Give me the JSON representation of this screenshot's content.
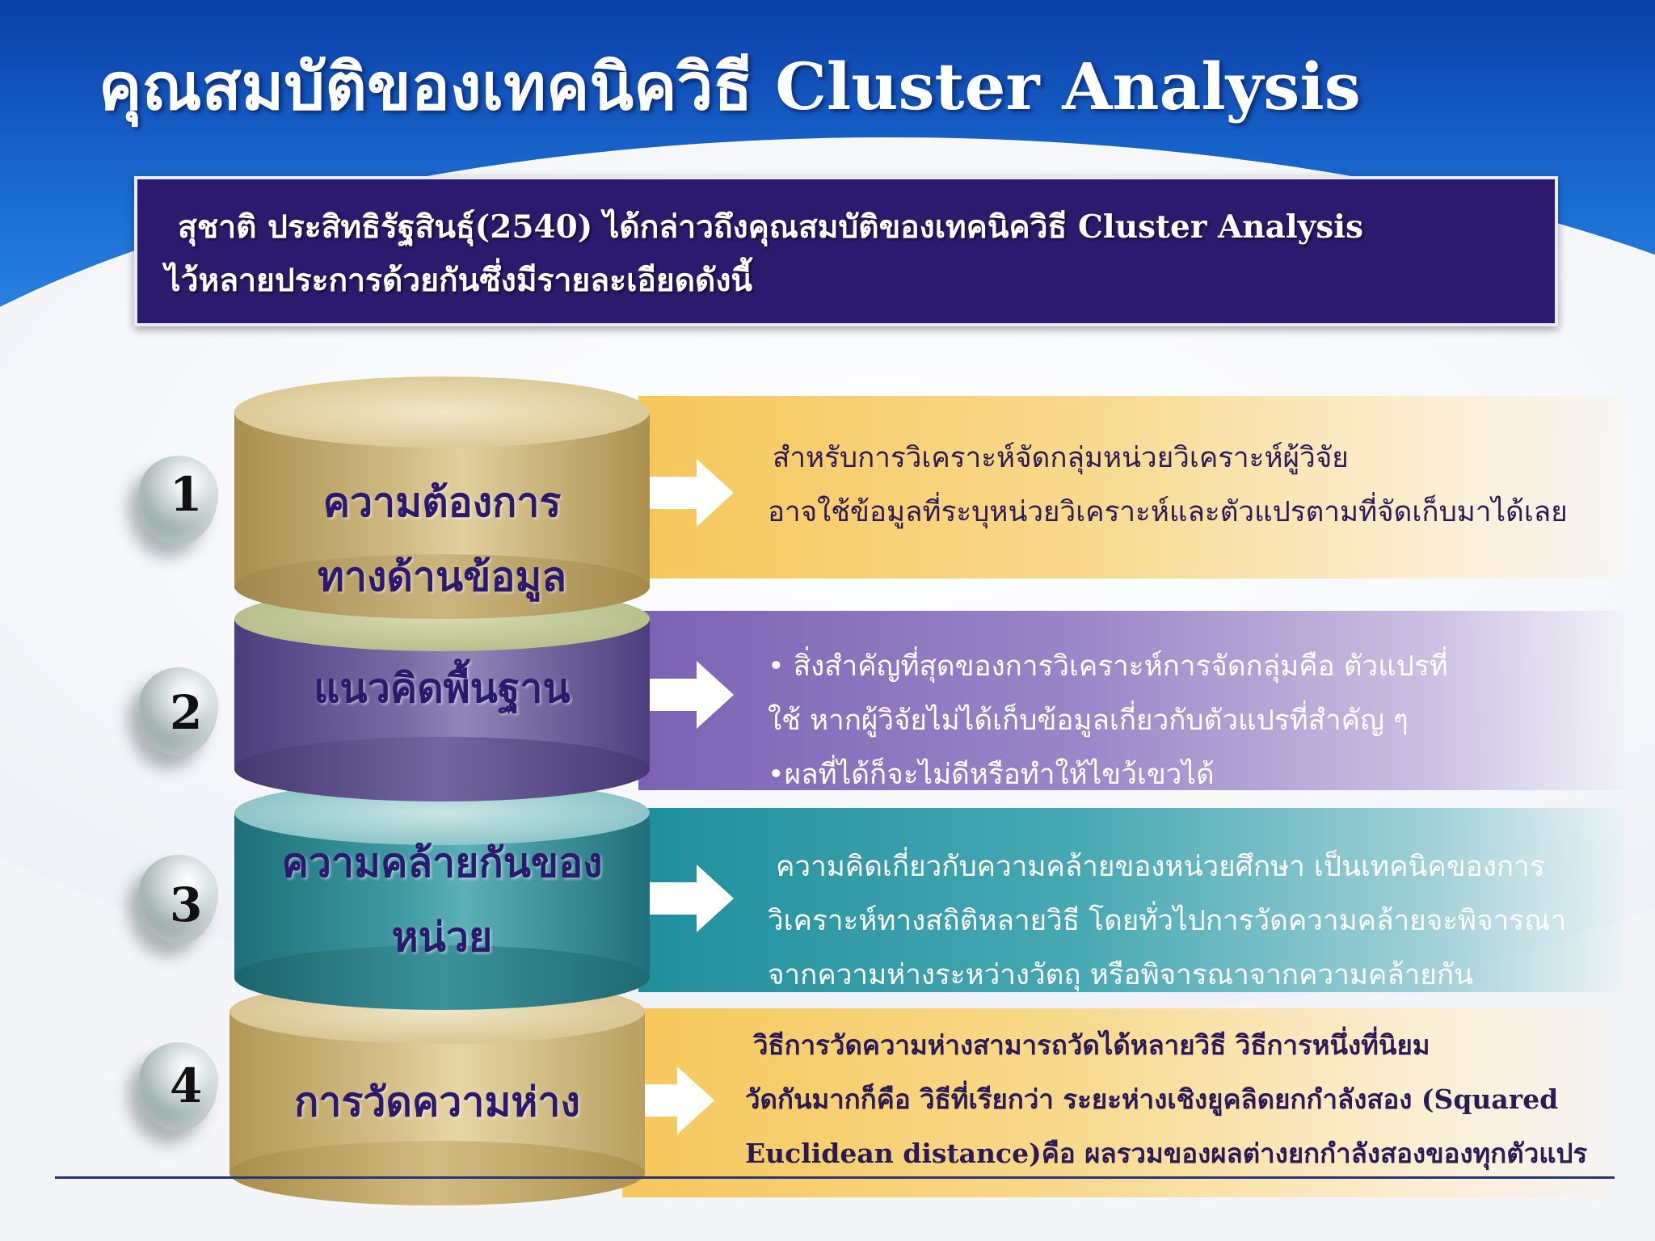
{
  "title": "คุณสมบัติของเทคนิควิธี Cluster Analysis",
  "intro": {
    "line1": "สุชาติ ประสิทธิรัฐสินธุ์(2540) ได้กล่าวถึงคุณสมบัติของเทคนิควิธี Cluster Analysis",
    "line2": "ไว้หลายประการด้วยกันซึ่งมีรายละเอียดดังนี้"
  },
  "items": [
    {
      "number": "1",
      "label_lines": [
        "ความต้องการ",
        "ทางด้านข้อมูล"
      ],
      "description_lines": [
        "สำหรับการวิเคราะห์จัดกลุ่มหน่วยวิเคราะห์ผู้วิจัย",
        "อาจใช้ข้อมูลที่ระบุหน่วยวิเคราะห์และตัวแปรตามที่จัดเก็บมาได้เลย"
      ]
    },
    {
      "number": "2",
      "label_lines": [
        "แนวคิดพื้นฐาน"
      ],
      "description_lines": [
        "• สิ่งสำคัญที่สุดของการวิเคราะห์การจัดกลุ่มคือ ตัวแปรที่",
        "ใช้  หากผู้วิจัยไม่ได้เก็บข้อมูลเกี่ยวกับตัวแปรที่สำคัญ ๆ",
        "•ผลที่ได้ก็จะไม่ดีหรือทำให้ไขว้เขวได้"
      ]
    },
    {
      "number": "3",
      "label_lines": [
        "ความคล้ายกันของ",
        "หน่วย"
      ],
      "description_lines": [
        "ความคิดเกี่ยวกับความคล้ายของหน่วยศึกษา เป็นเทคนิคของการ",
        "วิเคราะห์ทางสถิติหลายวิธี โดยทั่วไปการวัดความคล้ายจะพิจารณา",
        "จากความห่างระหว่างวัตถุ หรือพิจารณาจากความคล้ายกัน"
      ]
    },
    {
      "number": "4",
      "label_lines": [
        "การวัดความห่าง"
      ],
      "description_lines": [
        "วิธีการวัดความห่างสามารถวัดได้หลายวิธี วิธีการหนึ่งที่นิยม",
        "วัดกันมากก็คือ วิธีที่เรียกว่า ระยะห่างเชิงยูคลิดยกกำลังสอง (Squared",
        "Euclidean distance)คือ  ผลรวมของผลต่างยกกำลังสองของทุกตัวแปร"
      ]
    }
  ],
  "colors": {
    "banner": "#0a3fa8",
    "intro_box": "#2c1a6e",
    "gold": "#c9b06a",
    "purple": "#6b5a9a",
    "teal": "#2f8f98",
    "label_text": "#2a1a6e"
  }
}
